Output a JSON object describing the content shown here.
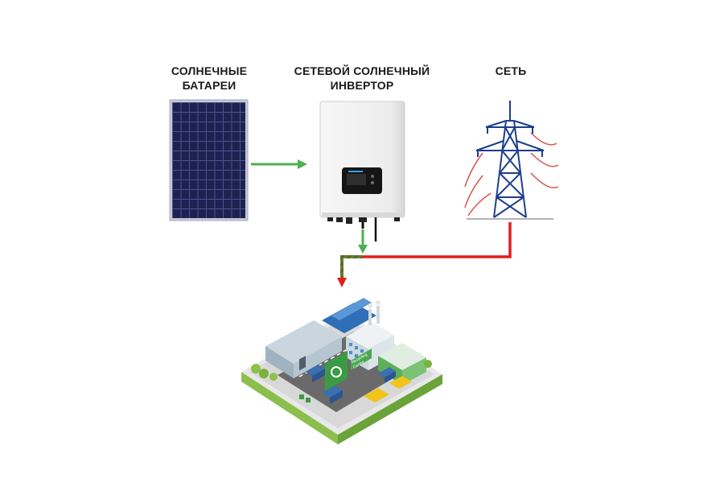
{
  "labels": {
    "solar_panels": {
      "line1": "СОЛНЕЧНЫЕ",
      "line2": "БАТАРЕИ"
    },
    "inverter": {
      "line1": "СЕТЕВОЙ СОЛНЕЧНЫЙ",
      "line2": "ИНВЕРТОР"
    },
    "grid": {
      "line1": "СЕТЬ"
    }
  },
  "facility": {
    "sign_line1": "Recycling",
    "sign_line2": "Centre"
  },
  "colors": {
    "solar_flow": "#4caf50",
    "grid_flow": "#e01e1e",
    "load_flow": "#8b6a2b",
    "panel_cell": "#1e2250",
    "tower": "#1c3f8a",
    "power_lines": "#d9534f"
  },
  "icons": {
    "solar_panel": "solar-panel-icon",
    "inverter": "inverter-icon",
    "grid": "transmission-tower-icon",
    "load": "factory-icon"
  }
}
